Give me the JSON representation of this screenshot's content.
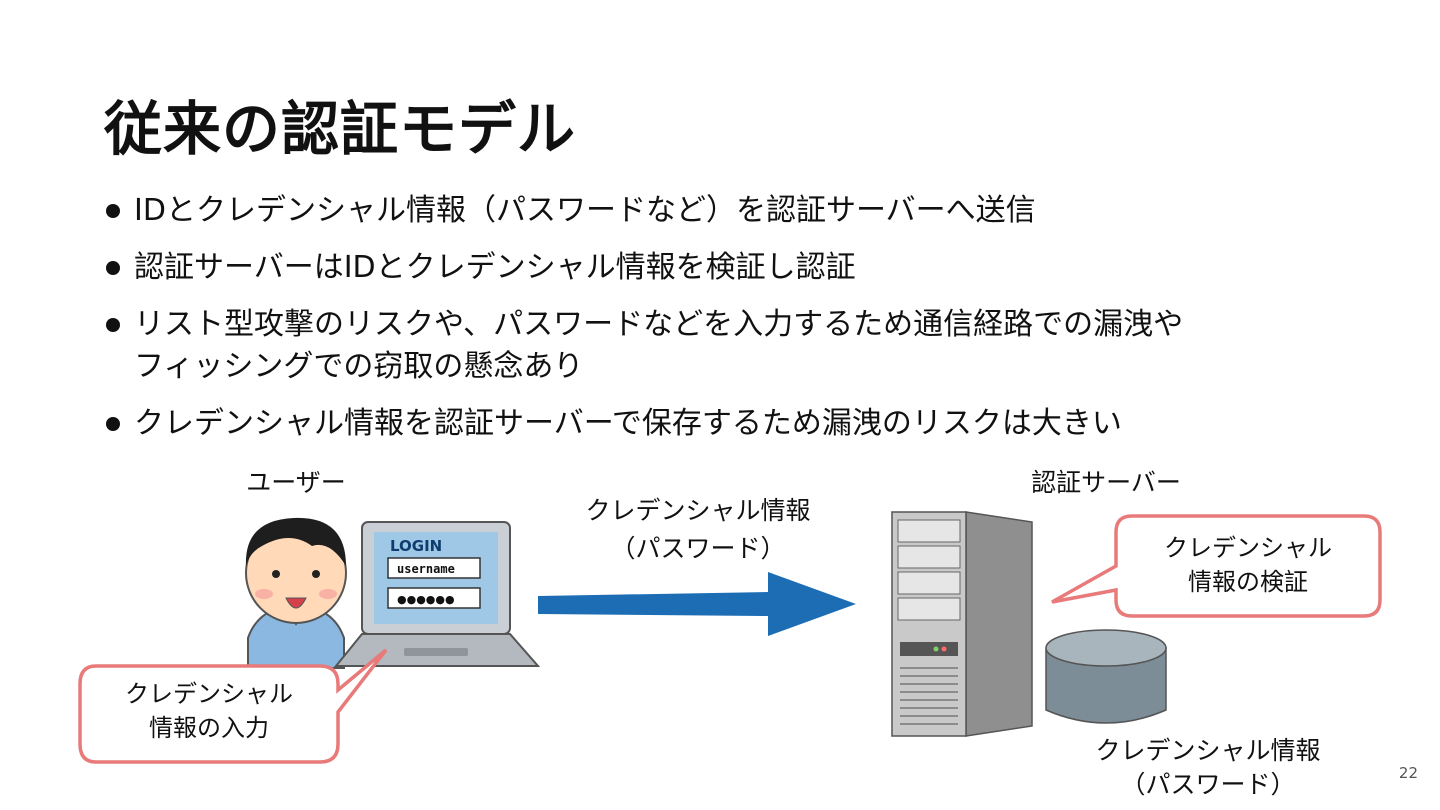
{
  "slide": {
    "title": "従来の認証モデル",
    "bullets": [
      "IDとクレデンシャル情報（パスワードなど）を認証サーバーへ送信",
      "認証サーバーはIDとクレデンシャル情報を検証し認証",
      "リスト型攻撃のリスクや、パスワードなどを入力するため通信経路での漏洩や\nフィッシングでの窃取の懸念あり",
      "クレデンシャル情報を認証サーバーで保存するため漏洩のリスクは大きい"
    ],
    "page_number": "22"
  },
  "diagram": {
    "user_label": "ユーザー",
    "server_label": "認証サーバー",
    "arrow_label_1": "クレデンシャル情報",
    "arrow_label_2": "（パスワード）",
    "laptop_login_title": "LOGIN",
    "laptop_username": "username",
    "laptop_password": "●●●●●●",
    "callout_input_1": "クレデンシャル",
    "callout_input_2": "情報の入力",
    "callout_verify_1": "クレデンシャル",
    "callout_verify_2": "情報の検証",
    "db_label_1": "クレデンシャル情報",
    "db_label_2": "（パスワード）"
  },
  "colors": {
    "arrow": "#1d6db5",
    "callout_border": "#e87a7a",
    "server_gray": "#9a9a9a",
    "db_gray": "#7d8d98",
    "laptop_screen": "#9fc8e6"
  }
}
